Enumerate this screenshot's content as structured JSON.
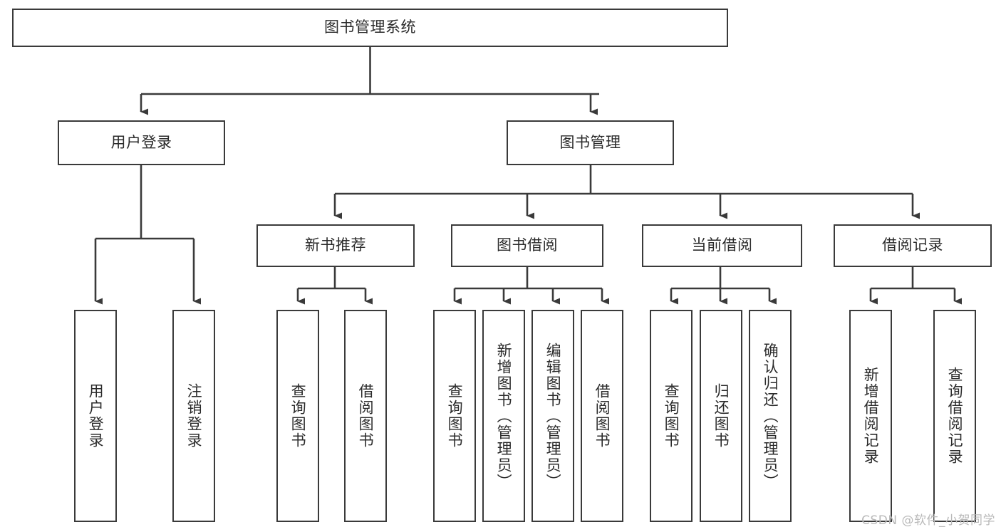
{
  "diagram": {
    "type": "tree-hierarchy-diagram",
    "title": "图书管理系统",
    "line_color": "#3a3a3a",
    "text_color": "#2b2b2b",
    "background_color": "#ffffff",
    "levels": {
      "root": {
        "label": "图书管理系统"
      },
      "level2": [
        {
          "label": "用户登录"
        },
        {
          "label": "图书管理"
        }
      ],
      "level3": [
        {
          "label": "新书推荐"
        },
        {
          "label": "图书借阅"
        },
        {
          "label": "当前借阅"
        },
        {
          "label": "借阅记录"
        }
      ],
      "leaves": {
        "user_login": [
          {
            "label": "用户登录"
          },
          {
            "label": "注销登录"
          }
        ],
        "new_book_recommend": [
          {
            "label": "查询图书"
          },
          {
            "label": "借阅图书"
          }
        ],
        "book_borrow": [
          {
            "label": "查询图书"
          },
          {
            "label": "新增图书（管理员）"
          },
          {
            "label": "编辑图书（管理员）"
          },
          {
            "label": "借阅图书"
          }
        ],
        "current_borrow": [
          {
            "label": "查询图书"
          },
          {
            "label": "归还图书"
          },
          {
            "label": "确认归还（管理员）"
          }
        ],
        "borrow_record": [
          {
            "label": "新增借阅记录"
          },
          {
            "label": "查询借阅记录"
          }
        ]
      }
    }
  },
  "watermark": {
    "text": "CSDN @软件_小贺同学"
  }
}
